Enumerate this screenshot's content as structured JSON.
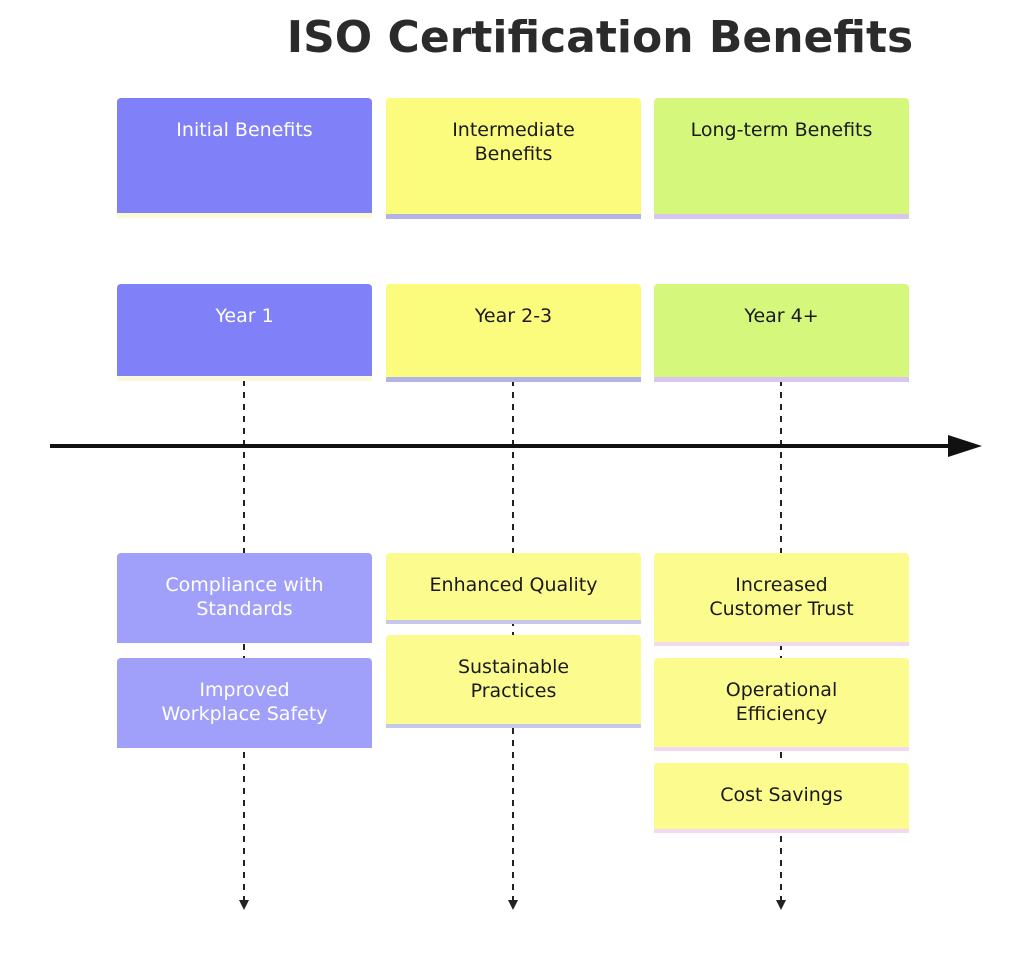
{
  "title": "ISO Certification Benefits",
  "columns": [
    {
      "header": "Initial Benefits",
      "period": "Year 1",
      "benefits": [
        "Compliance with Standards",
        "Improved Workplace Safety"
      ]
    },
    {
      "header": "Intermediate Benefits",
      "period": "Year 2-3",
      "benefits": [
        "Enhanced Quality",
        "Sustainable Practices"
      ]
    },
    {
      "header": "Long-term Benefits",
      "period": "Year 4+",
      "benefits": [
        "Increased Customer Trust",
        "Operational Efficiency",
        "Cost Savings"
      ]
    }
  ],
  "colors": {
    "initial": "#8080f8",
    "initial_light": "#a0a0fb",
    "intermediate": "#fbfb7e",
    "longterm": "#d5f77c",
    "timeline": "#111111"
  }
}
